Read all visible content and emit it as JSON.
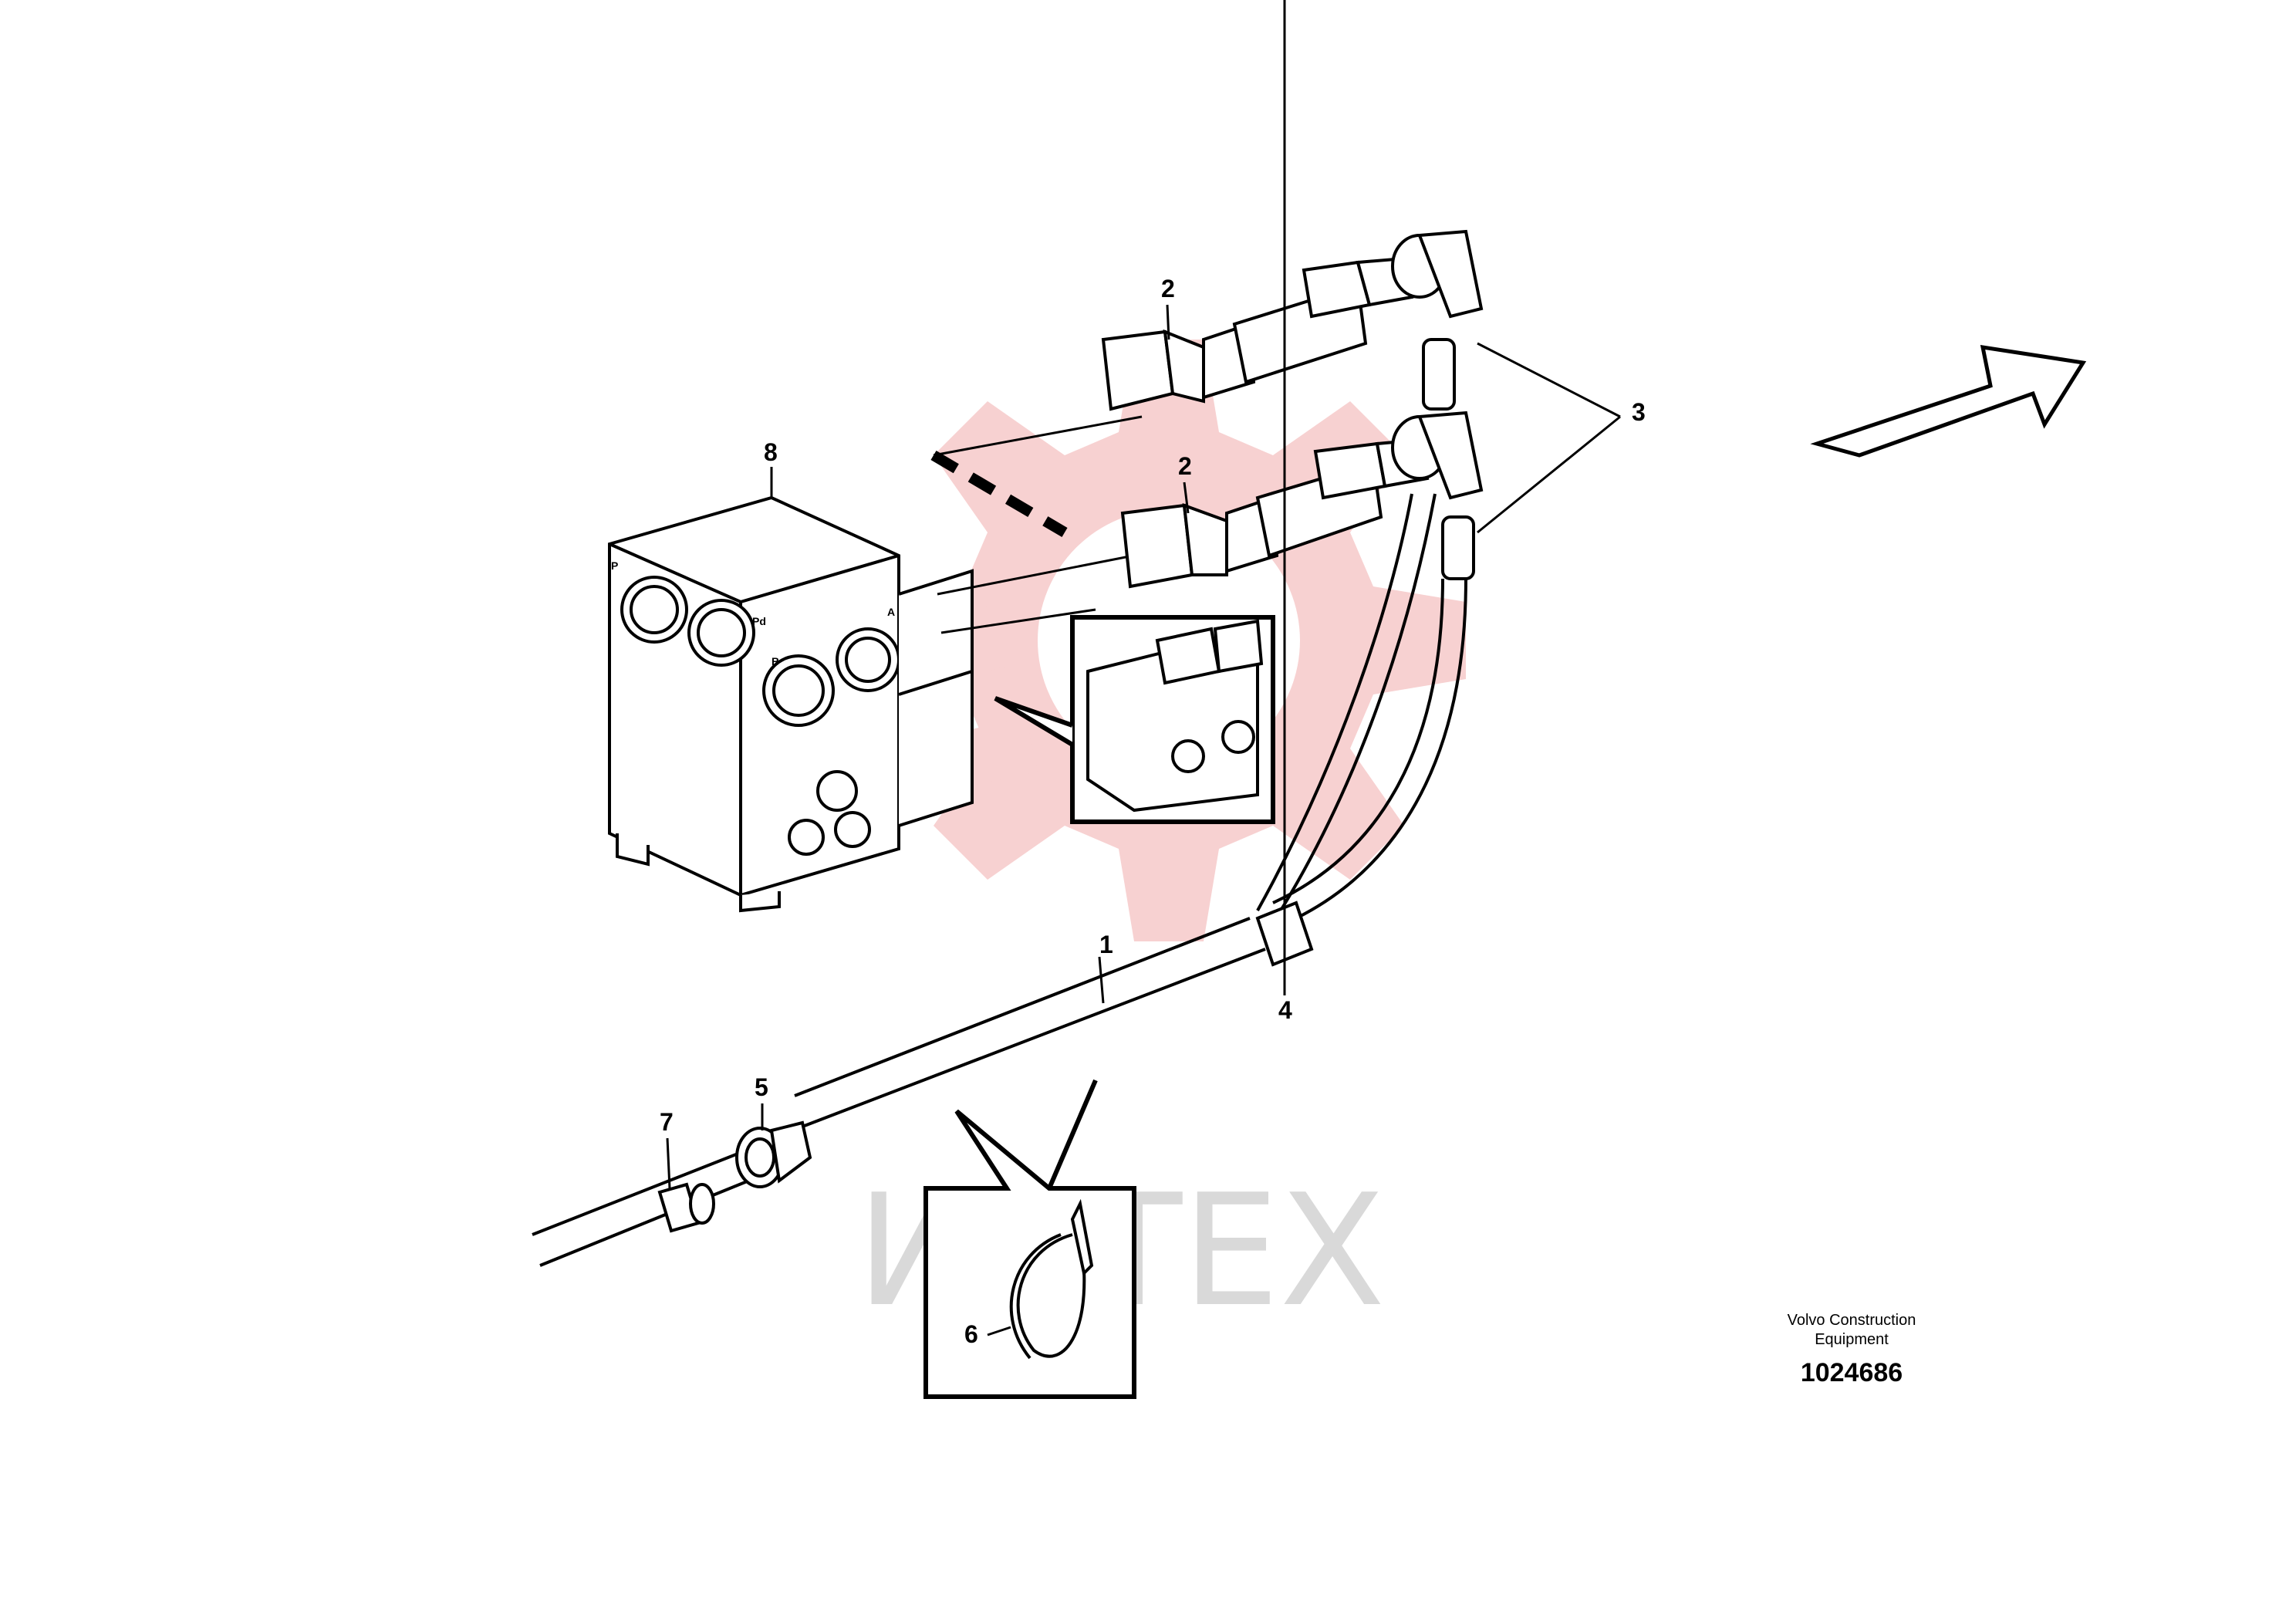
{
  "watermark": {
    "text": "ИНТЕХ",
    "gear_color": "#f6c9c9",
    "text_color": "#d9d9d9"
  },
  "callouts": [
    {
      "id": "1",
      "text": "1"
    },
    {
      "id": "2a",
      "text": "2"
    },
    {
      "id": "2b",
      "text": "2"
    },
    {
      "id": "3",
      "text": "3"
    },
    {
      "id": "4",
      "text": "4"
    },
    {
      "id": "5",
      "text": "5"
    },
    {
      "id": "6",
      "text": "6"
    },
    {
      "id": "7",
      "text": "7"
    },
    {
      "id": "8",
      "text": "8"
    }
  ],
  "valve_port_marks": [
    "P",
    "Pd",
    "A",
    "B"
  ],
  "footer": {
    "company_line1": "Volvo Construction",
    "company_line2": "Equipment",
    "drawing_number": "1024686"
  }
}
